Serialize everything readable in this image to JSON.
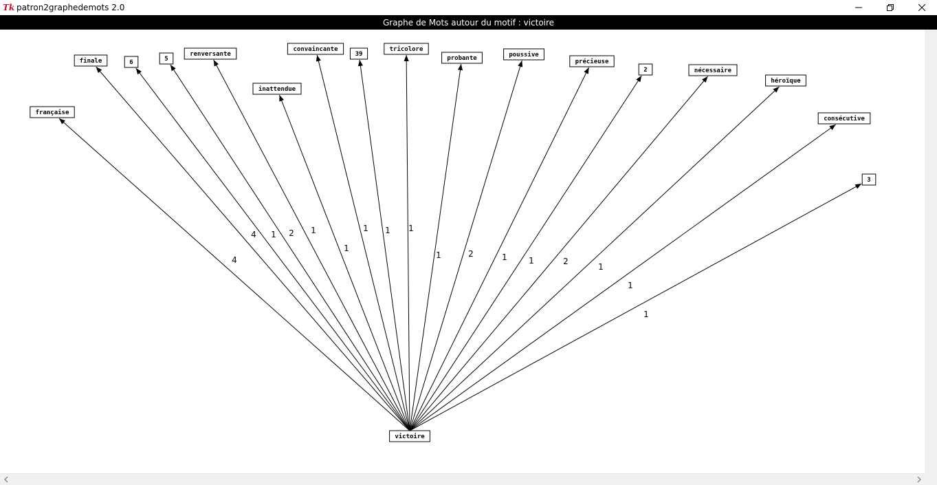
{
  "window": {
    "title": "patron2graphedemots 2.0",
    "icon": "tk-feather-icon",
    "controls": [
      "minimize-icon",
      "maximize-icon",
      "close-icon"
    ]
  },
  "header": {
    "title": "Graphe de Mots autour du motif : victoire"
  },
  "graph": {
    "center": "victoire",
    "neighbors": [
      {
        "word": "française",
        "weight": "4"
      },
      {
        "word": "finale",
        "weight": "4"
      },
      {
        "word": "6",
        "weight": "1"
      },
      {
        "word": "5",
        "weight": "2"
      },
      {
        "word": "renversante",
        "weight": "1"
      },
      {
        "word": "inattendue",
        "weight": "1"
      },
      {
        "word": "convaincante",
        "weight": "1"
      },
      {
        "word": "39",
        "weight": "1"
      },
      {
        "word": "tricolore",
        "weight": "1"
      },
      {
        "word": "probante",
        "weight": "1"
      },
      {
        "word": "poussive",
        "weight": "2"
      },
      {
        "word": "précieuse",
        "weight": "1"
      },
      {
        "word": "2",
        "weight": "1"
      },
      {
        "word": "nécessaire",
        "weight": "2"
      },
      {
        "word": "héroïque",
        "weight": "1"
      },
      {
        "word": "consécutive",
        "weight": "1"
      },
      {
        "word": "3",
        "weight": "1"
      }
    ]
  },
  "colors": {
    "header_bg": "#000000",
    "header_fg": "#ffffff",
    "app_icon": "#c8102e",
    "edge": "#000000"
  }
}
